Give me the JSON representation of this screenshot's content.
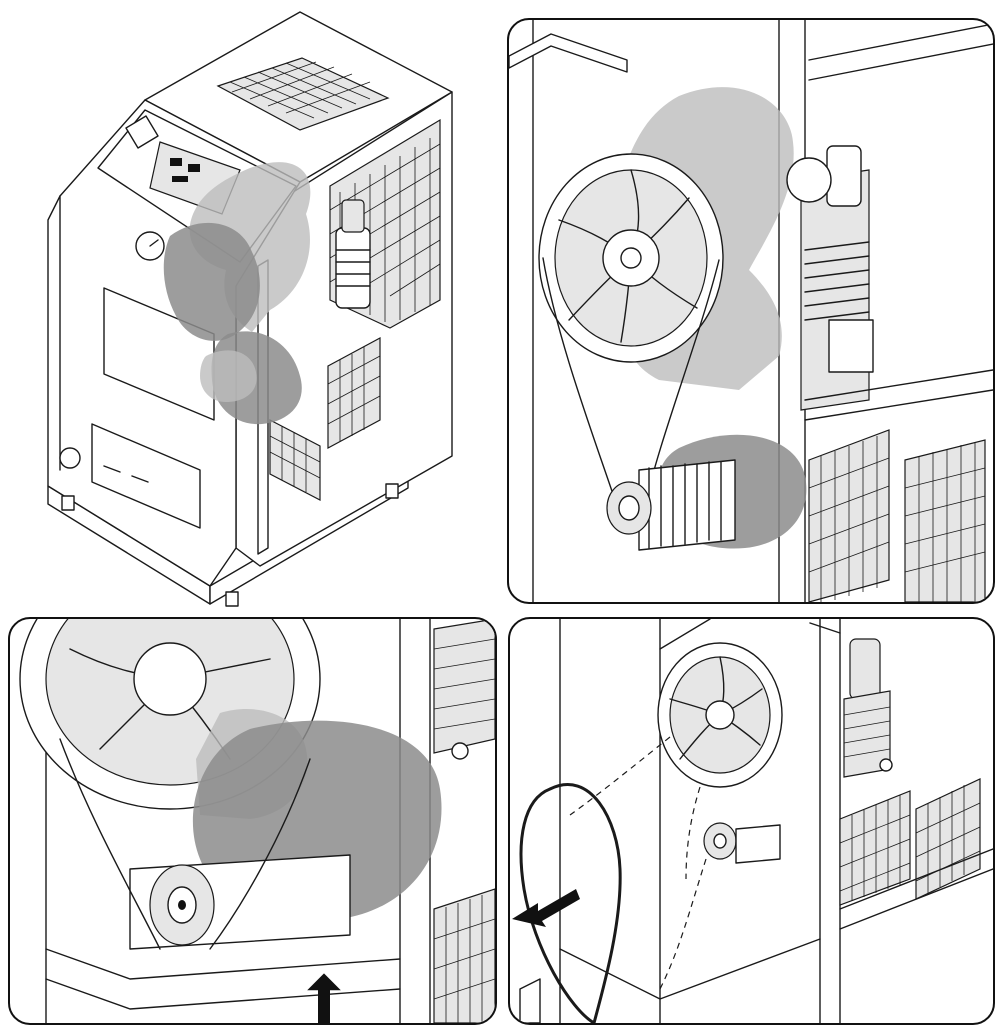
{
  "figure": {
    "panels": [
      {
        "id": "overview",
        "shows": "compressor-unit-overview"
      },
      {
        "id": "detail-belt-drive",
        "shows": "belt-drive-highlighted"
      },
      {
        "id": "detail-motor-lift",
        "shows": "lift-motor-to-slacken-belt"
      },
      {
        "id": "detail-belt-removal",
        "shows": "remove-belt"
      }
    ],
    "arrows": [
      {
        "panel": "detail-motor-lift",
        "direction": "up"
      },
      {
        "panel": "detail-belt-removal",
        "direction": "left"
      }
    ],
    "colors": {
      "line": "#1a1a1a",
      "highlight-light": "#bdbdbd",
      "highlight-dark": "#8c8c8c",
      "background": "#ffffff"
    }
  }
}
